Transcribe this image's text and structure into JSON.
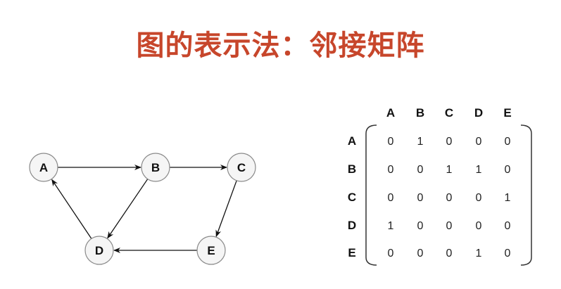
{
  "title": "图的表示法：邻接矩阵",
  "graph": {
    "nodes": [
      "A",
      "B",
      "C",
      "D",
      "E"
    ],
    "edges": [
      [
        "A",
        "B"
      ],
      [
        "B",
        "C"
      ],
      [
        "C",
        "E"
      ],
      [
        "E",
        "D"
      ],
      [
        "D",
        "A"
      ],
      [
        "B",
        "D"
      ]
    ]
  },
  "matrix": {
    "columns": [
      "A",
      "B",
      "C",
      "D",
      "E"
    ],
    "rows": [
      {
        "label": "A",
        "values": [
          0,
          1,
          0,
          0,
          0
        ]
      },
      {
        "label": "B",
        "values": [
          0,
          0,
          1,
          1,
          0
        ]
      },
      {
        "label": "C",
        "values": [
          0,
          0,
          0,
          0,
          1
        ]
      },
      {
        "label": "D",
        "values": [
          1,
          0,
          0,
          0,
          0
        ]
      },
      {
        "label": "E",
        "values": [
          0,
          0,
          0,
          1,
          0
        ]
      }
    ]
  }
}
